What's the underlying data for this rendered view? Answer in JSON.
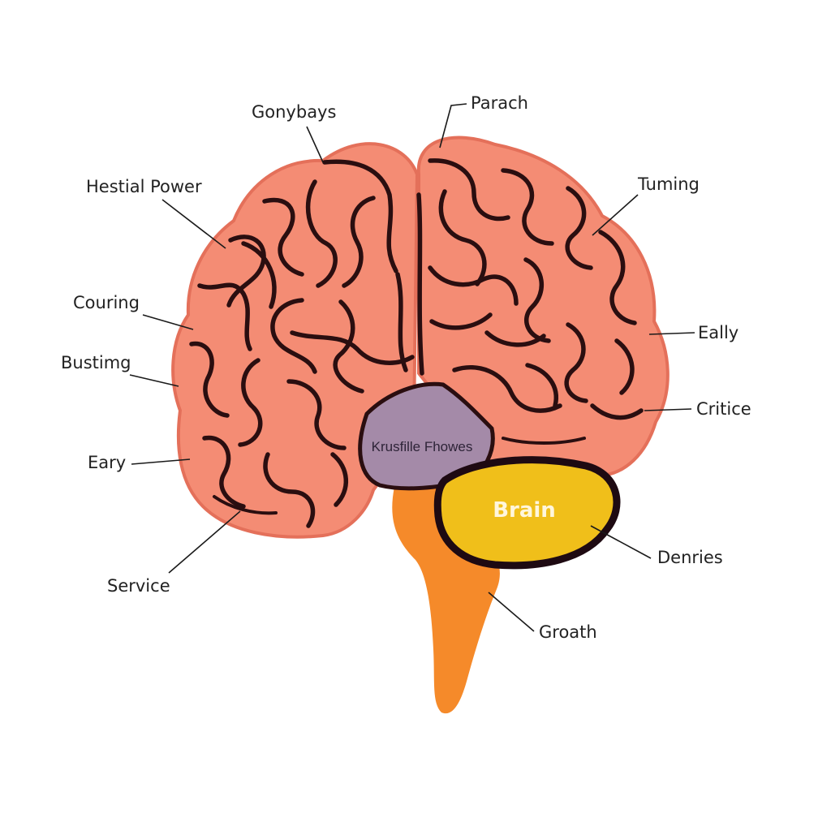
{
  "colors": {
    "cortex": "#f48c74",
    "cortex_edge": "#e4705a",
    "fold_line": "#2a0e10",
    "thalamus": "#a48aa8",
    "cerebellum": "#f0bf1a",
    "cerebellum_edge": "#1e0a12",
    "brainstem": "#f58a2a",
    "label_text": "#222222",
    "title_text": "#fff6dc"
  },
  "diagram": {
    "title": "Brain",
    "center_label": "Krusfille Fhowes",
    "labels": {
      "top_left": "Gonybays",
      "top_right": "Parach",
      "upper_left": "Hestial Power",
      "upper_right": "Tuming",
      "left_1": "Couring",
      "left_2": "Bustimg",
      "right_1": "Eally",
      "right_2": "Critice",
      "lower_left": "Eary",
      "bottom_left": "Service",
      "lower_right": "Denries",
      "bottom_right": "Groath"
    }
  }
}
